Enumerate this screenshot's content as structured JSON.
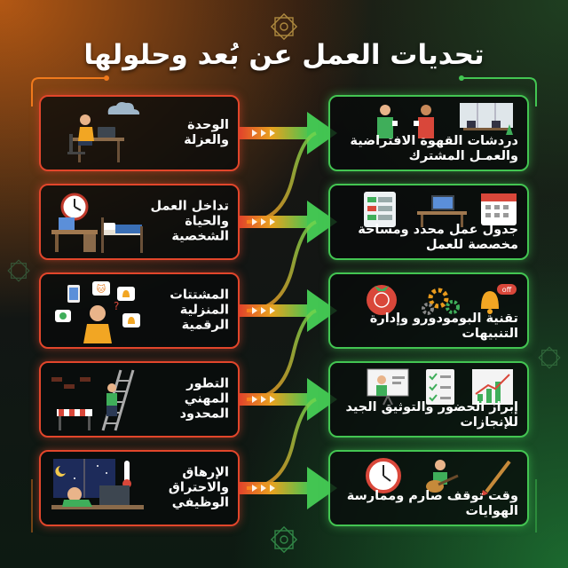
{
  "title": "تحديات العمل عن بُعد وحلولها",
  "colors": {
    "problem": "#e2462b",
    "solution": "#43c552",
    "accent": "#f07a1c"
  },
  "rows": [
    {
      "problem": "الوحدة والعزلة",
      "problem_icon": "person-at-laptop-cloud-icon",
      "solution": "دردشات القهوة الافتراضية والعمـل المشترك",
      "solution_icon": "coffee-chat-coworking-icon"
    },
    {
      "problem": "تداخل العمل والحياة الشخصية",
      "problem_icon": "clock-desk-bed-icon",
      "solution": "جدول عمل محدد ومساحة مخصصة للعمل",
      "solution_icon": "schedule-desk-calendar-icon"
    },
    {
      "problem": "المشتتات المنزلية الرقمية",
      "problem_icon": "distracted-person-notifications-icon",
      "solution": "تقنية البومودورو وإدارة التنبيهات",
      "solution_icon": "tomato-timer-gears-bell-icon"
    },
    {
      "problem": "التطور المهني المحدود",
      "problem_icon": "climbing-ladder-barrier-icon",
      "solution": "إبراز الحضور والتوثيق الجيد للإنجازات",
      "solution_icon": "presentation-checklist-growth-icon"
    },
    {
      "problem": "الإرهاق والاحتراق الوظيفي",
      "problem_icon": "exhausted-worker-night-icon",
      "solution": "وقت توقف صارم وممارسة الهوايات",
      "solution_icon": "clock-guitar-paintbrush-icon"
    }
  ]
}
